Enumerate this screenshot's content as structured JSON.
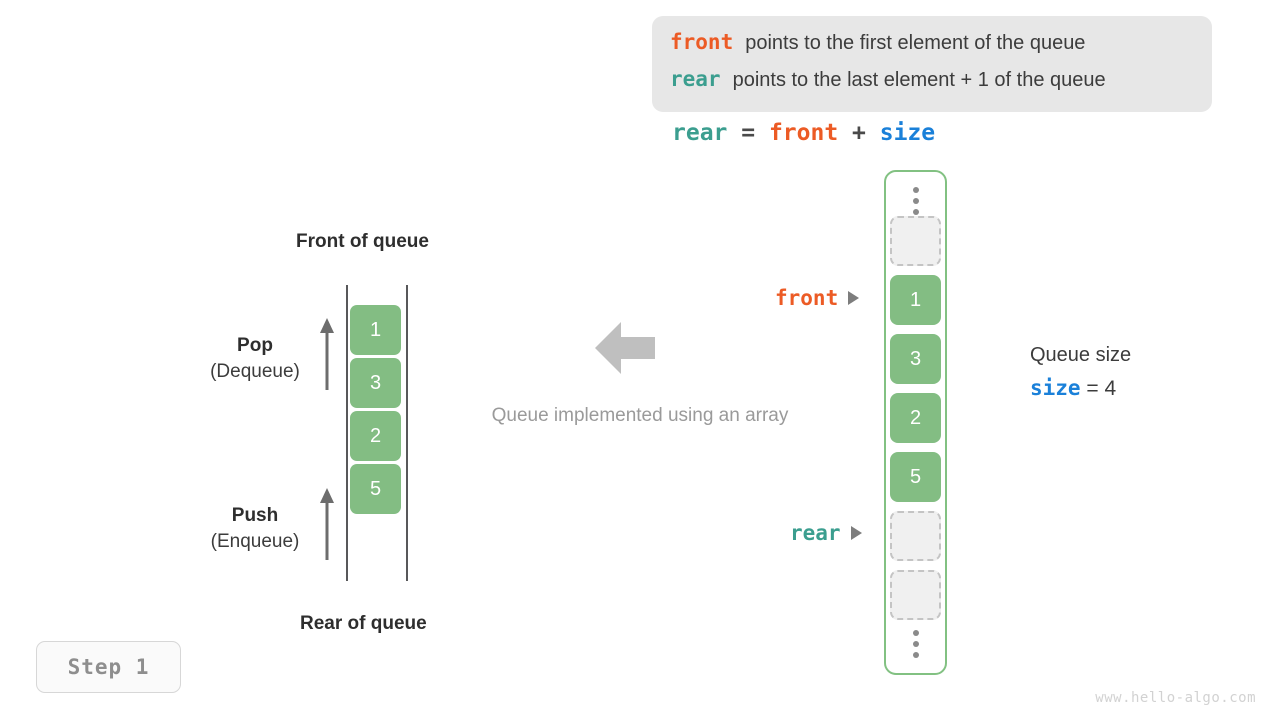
{
  "legend": {
    "rows": [
      {
        "keyword": "front",
        "text": "points to the first element of the queue"
      },
      {
        "keyword": "rear",
        "text": "points to the last element + 1 of the queue"
      }
    ]
  },
  "formula": {
    "lhs": "rear",
    "eq": " = ",
    "rhs1": "front",
    "plus": " + ",
    "rhs2": "size"
  },
  "left_queue": {
    "front_label": "Front of queue",
    "rear_label": "Rear of queue",
    "values": [
      "1",
      "3",
      "2",
      "5"
    ],
    "pop": {
      "title": "Pop",
      "sub": "(Dequeue)"
    },
    "push": {
      "title": "Push",
      "sub": "(Enqueue)"
    }
  },
  "center": {
    "caption": "Queue implemented using an array",
    "arrow_icon": "left-arrow-icon"
  },
  "array": {
    "top_dots": "vertical-dots-icon",
    "bottom_dots": "vertical-dots-icon",
    "cells": [
      {
        "value": "",
        "state": "empty"
      },
      {
        "value": "1",
        "state": "filled"
      },
      {
        "value": "3",
        "state": "filled"
      },
      {
        "value": "2",
        "state": "filled"
      },
      {
        "value": "5",
        "state": "filled"
      },
      {
        "value": "",
        "state": "empty"
      },
      {
        "value": "",
        "state": "empty"
      }
    ]
  },
  "pointers": {
    "front": "front",
    "rear": "rear"
  },
  "size_block": {
    "title": "Queue size",
    "keyword": "size",
    "expr": " = 4"
  },
  "step": {
    "label": "Step 1"
  },
  "watermark": {
    "text": "www.hello-algo.com"
  },
  "colors": {
    "front": "#ec5b25",
    "rear": "#3b9e8f",
    "size": "#1a80d9",
    "cell_green": "#83bd83",
    "array_border": "#82c182",
    "legend_bg": "#e7e7e7",
    "muted": "#9a9a9a"
  }
}
